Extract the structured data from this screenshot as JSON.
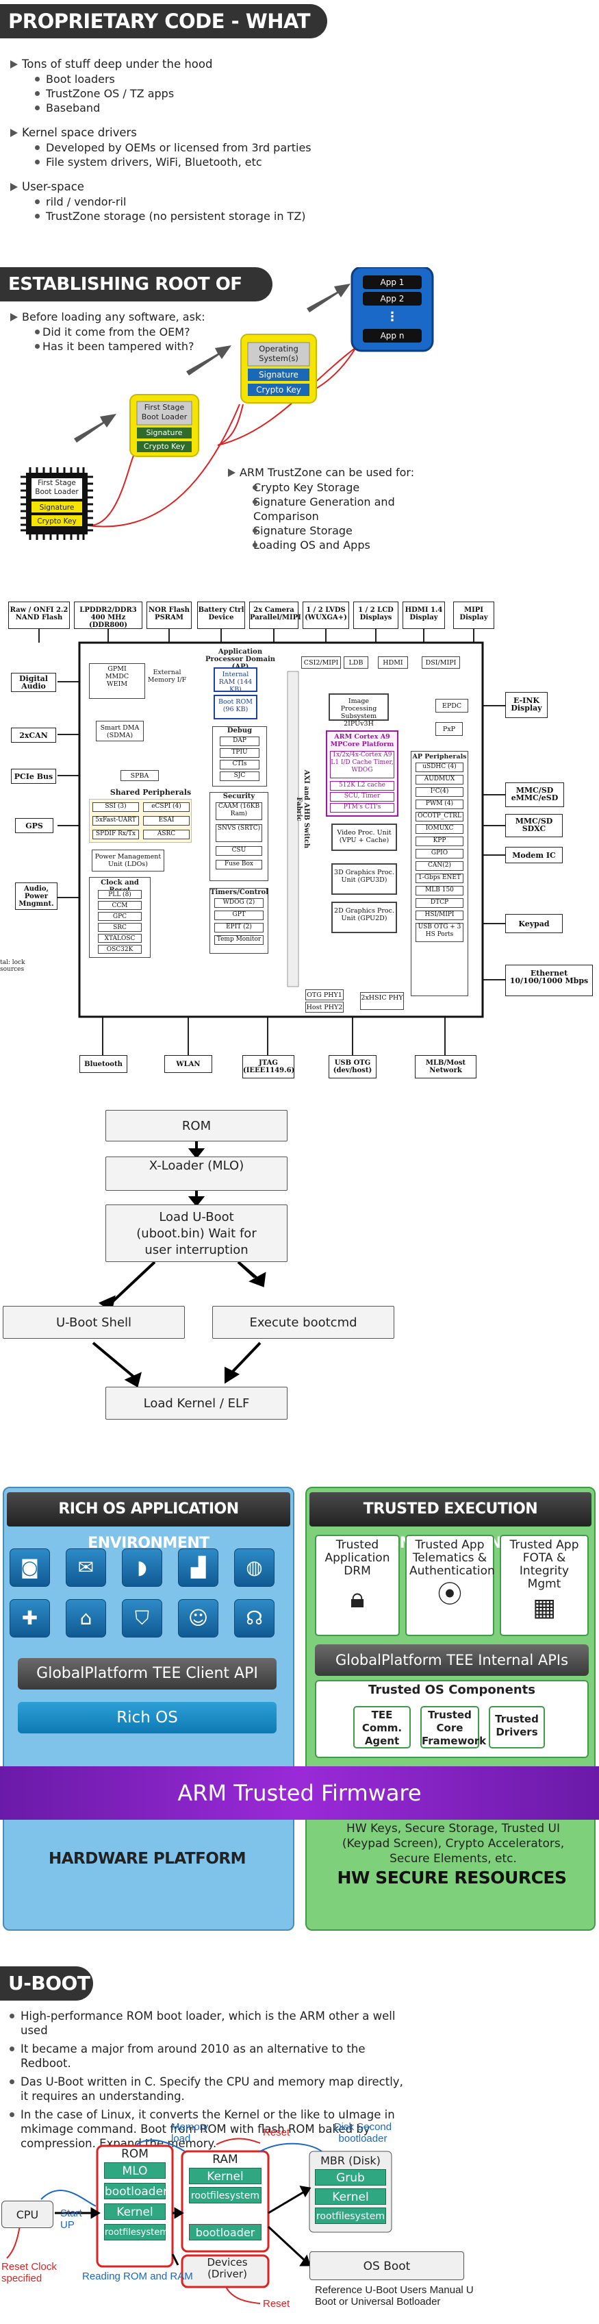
{
  "sec1": {
    "title": "PROPRIETARY CODE - WHAT KINDS?",
    "groups": [
      {
        "head": "Tons of stuff  deep under the hood",
        "items": [
          "Boot loaders",
          "TrustZone OS / TZ apps",
          "Baseband"
        ]
      },
      {
        "head": "Kernel space drivers",
        "items": [
          "Developed by OEMs or licensed from 3rd parties",
          "File system drivers, WiFi, Bluetooth, etc"
        ]
      },
      {
        "head": "User-space",
        "items": [
          "rild / vendor-ril",
          "TrustZone storage (no persistent storage in TZ)"
        ]
      }
    ]
  },
  "sec2": {
    "title": "ESTABLISHING ROOT OF TRUST",
    "intro": "Before loading any software, ask:",
    "questions": [
      "Did it come from the OEM?",
      "Has it been tampered with?"
    ],
    "chip": {
      "line1": "First Stage",
      "line2": "Boot Loader",
      "sig": "Signature",
      "key": "Crypto Key"
    },
    "fsbl": {
      "line1": "First Stage",
      "line2": "Boot Loader",
      "sig": "Signature",
      "key": "Crypto Key"
    },
    "os": {
      "line1": "Operating",
      "line2": "System(s)",
      "sig": "Signature",
      "key": "Crypto Key"
    },
    "apps": {
      "a1": "App 1",
      "a2": "App 2",
      "dots": "⋮",
      "an": "App n"
    },
    "tz_intro": "ARM TrustZone can be used for:",
    "tz_items": [
      "Crypto Key Storage",
      "Signature Generation and Comparison",
      "Signature Storage",
      "Loading OS and Apps"
    ]
  },
  "hw": {
    "top": [
      "Raw / ONFI 2.2 NAND Flash",
      "LPDDR2/DDR3 400 MHz (DDR800)",
      "NOR Flash PSRAM",
      "Battery Ctrl Device",
      "2x Camera Parallel/MIPI",
      "1 / 2 LVDS (WUXGA+)",
      "1 / 2 LCD Displays",
      "HDMI 1.4 Display",
      "MIPI Display"
    ],
    "left": [
      "Digital Audio",
      "2xCAN",
      "PCIe Bus",
      "GPS",
      "Audio, Power Mngmnt.",
      "tal: lock sources"
    ],
    "right": [
      "E-INK Display",
      "MMC/SD eMMC/eSD",
      "MMC/SD SDXC",
      "Modem IC",
      "Keypad",
      "Ethernet 10/100/1000 Mbps"
    ],
    "bottom": [
      "Bluetooth",
      "WLAN",
      "JTAG (IEEE1149.6)",
      "USB OTG (dev/host)",
      "MLB/Most Network"
    ],
    "ap_title": "Application Processor Domain (AP)",
    "gpmi": [
      "GPMI",
      "MMDC",
      "WEIM"
    ],
    "ext_mem": "External Memory I/F",
    "iram": "Internal RAM (144 KB)",
    "boot_rom": "Boot ROM (96 KB)",
    "smart_dma": "Smart DMA (SDMA)",
    "spba": "SPBA",
    "shared": "Shared Peripherals",
    "shared_items": [
      "SSI (3)",
      "eCSPI (4)",
      "5xFast-UART",
      "ESAI",
      "SPDIF Rx/Tx",
      "ASRC"
    ],
    "pmu": "Power Management Unit (LDOs)",
    "clk": "Clock and Reset",
    "clk_items": [
      "PLL (8)",
      "CCM",
      "GPC",
      "SRC",
      "XTALOSC",
      "OSC32K"
    ],
    "debug": "Debug",
    "debug_items": [
      "DAP",
      "TPIU",
      "CTIs",
      "SJC"
    ],
    "security": "Security",
    "sec_items": [
      "CAAM (16KB Ram)",
      "SNVS (SRTC)",
      "CSU",
      "Fuse Box"
    ],
    "timers": "Timers/Control",
    "timer_items": [
      "WDOG (2)",
      "GPT",
      "EPIT (2)",
      "Temp Monitor"
    ],
    "axi": "AXI and AHB Switch Fabric",
    "csi": "CSI2/MIPI",
    "ldb": "LDB",
    "hdmi": "HDMI",
    "dsi": "DSI/MIPI",
    "ipu": "Image Processing Subsystem 2IPUv3H",
    "arm": "ARM Cortex A9 MPCore Platform",
    "arm_sub": "1x/2x/4x-Cortex A9 L1 I/D Cache Timer, WDOG",
    "l2": "512K L2 cache",
    "scu": "SCU, Timer",
    "ptm": "PTM's CTI's",
    "vpu": "Video Proc. Unit (VPU + Cache)",
    "gpu3d": "3D Graphics Proc. Unit (GPU3D)",
    "gpu2d": "2D Graphics Proc. Unit (GPU2D)",
    "epdc": "EPDC",
    "pxp": "PxP",
    "apperiph": "AP Peripherals",
    "ap_items": [
      "uSDHC (4)",
      "AUDMUX",
      "I²C(4)",
      "PWM (4)",
      "OCOTP_CTRL",
      "IOMUXC",
      "KPP",
      "GPIO",
      "CAN(2)",
      "1-Gbps ENET",
      "MLB 150",
      "DTCP",
      "HSI/MIPI",
      "USB OTG + 3 HS Ports"
    ],
    "otg_phy": "OTG PHY1",
    "host_phy": "Host PHY2",
    "hsic": "2xHSIC PHY"
  },
  "flow": {
    "rom": "ROM",
    "xloader": "X-Loader (MLO)",
    "uboot": "Load U-Boot (uboot.bin) Wait for user interruption",
    "shell": "U-Boot Shell",
    "bootcmd": "Execute bootcmd",
    "kernel": "Load Kernel / ELF"
  },
  "tee": {
    "rich_title": "RICH OS APPLICATION ENVIRONMENT",
    "trusted_title": "TRUSTED EXECUTION ENVIRONMENT",
    "icons": [
      "camera-icon",
      "mail-icon",
      "rss-icon",
      "signal-icon",
      "globe-icon",
      "medical-icon",
      "bank-icon",
      "shield-icon",
      "person-icon",
      "headset-icon"
    ],
    "client_api": "GlobalPlatform TEE Client API",
    "rich_os": "Rich OS",
    "hw_platform": "HARDWARE PLATFORM",
    "ta": [
      "Trusted Application DRM",
      "Trusted App Telematics & Authentication",
      "Trusted App FOTA & Integrity Mgmt"
    ],
    "internal_api": "GlobalPlatform TEE Internal APIs",
    "tos": "Trusted OS Components",
    "tos_items": [
      "TEE Comm. Agent",
      "Trusted Core Framework",
      "Trusted Drivers"
    ],
    "atf": "ARM Trusted Firmware",
    "hw_res_desc": "HW Keys, Secure Storage, Trusted UI (Keypad Screen), Crypto Accelerators, Secure Elements, etc.",
    "hw_res": "HW SECURE RESOURCES",
    "colors": {
      "rich": "#7fc2ea",
      "trusted": "#7ed17a",
      "atf": "#7a1fb8"
    }
  },
  "uboot": {
    "title": "U-BOOT",
    "items": [
      "High-performance ROM boot loader, which is the ARM other a well used",
      "It became a major from around 2010 as an alternative to the Redboot.",
      "Das U-Boot written in C. Specify the CPU and memory map directly, it requires an understanding.",
      "In the case of Linux, it converts the Kernel or the like to uImage in mkimage command. Boot from ROM with flash ROM baked by compression. Expand the memory."
    ],
    "cpu": "CPU",
    "rom": "ROM",
    "ram": "RAM",
    "mbr": "MBR (Disk)",
    "rom_items": [
      "MLO",
      "bootloader",
      "Kernel",
      "rootfilesystem"
    ],
    "ram_items": [
      "Kernel",
      "rootfilesystem",
      "bootloader"
    ],
    "mbr_items": [
      "Grub",
      "Kernel",
      "rootfilesystem"
    ],
    "devices": "Devices (Driver)",
    "os_boot": "OS Boot",
    "memory_load": "Memory load",
    "reset_top": "Reset",
    "disk_second": "Disk Second bootloader",
    "start_up": "Start UP",
    "reset_clock": "Reset Clock specified",
    "reading": "Reading ROM and RAM",
    "reset_bottom": "Reset",
    "reference": "Reference U-Boot Users Manual U Boot or Universal Botloader"
  }
}
